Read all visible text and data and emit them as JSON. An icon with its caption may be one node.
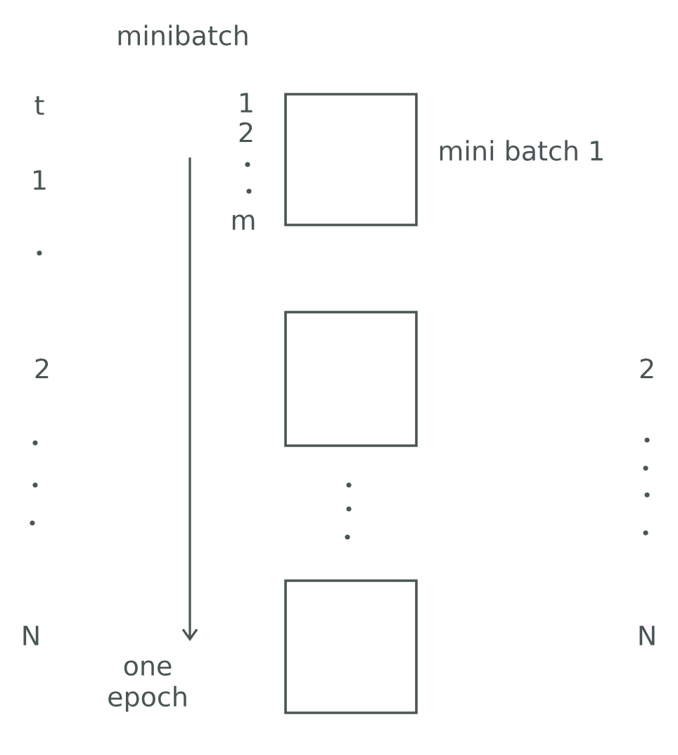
{
  "diagram": {
    "nodes": [
      {
        "text": [],
        "shape": "box",
        "beside": [
          "mini batch 1"
        ]
      },
      {
        "text": [],
        "shape": "box"
      },
      {
        "text": [],
        "shape": "box"
      }
    ],
    "labels": [
      "minibatch",
      "t",
      "1",
      "1",
      "2",
      "m",
      "2",
      "2",
      "N",
      "N",
      "one epoch"
    ]
  }
}
